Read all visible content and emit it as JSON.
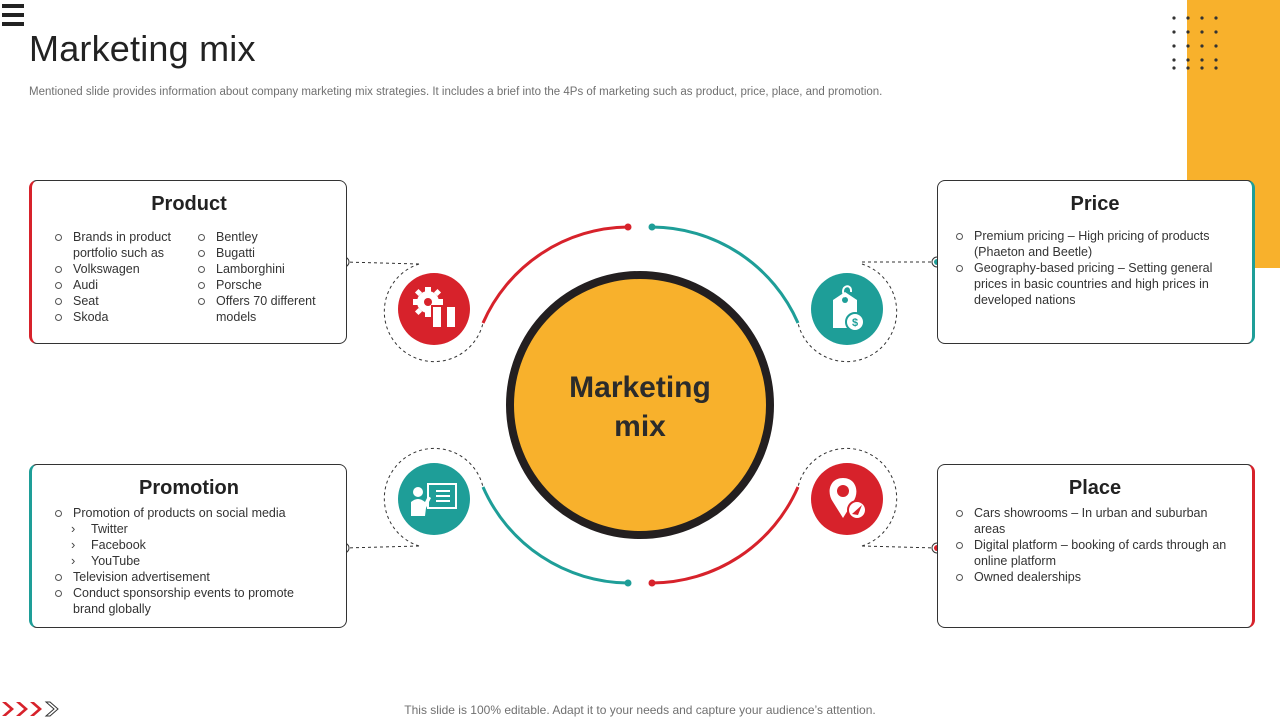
{
  "header": {
    "title": "Marketing mix",
    "subtitle": "Mentioned slide provides information about company marketing mix strategies. It includes a brief into the 4Ps of marketing such as product, price, place, and promotion."
  },
  "center": {
    "line1": "Marketing",
    "line2": "mix"
  },
  "colors": {
    "red": "#D7222B",
    "teal": "#1E9E98",
    "yellow": "#F8B12C",
    "dark": "#231F20"
  },
  "product": {
    "title": "Product",
    "col1": [
      "Brands in product portfolio such as",
      "Volkswagen",
      "Audi",
      "Seat",
      "Skoda"
    ],
    "col2": [
      "Bentley",
      "Bugatti",
      "Lamborghini",
      "Porsche",
      "Offers 70 different models"
    ],
    "icon": "gear-box-icon"
  },
  "price": {
    "title": "Price",
    "items": [
      "Premium pricing – High pricing of products (Phaeton and Beetle)",
      "Geography-based  pricing – Setting general prices in basic countries and high prices in developed  nations"
    ],
    "icon": "price-tag-icon"
  },
  "promotion": {
    "title": "Promotion",
    "items": [
      "Promotion of products on social media",
      "Twitter",
      "Facebook",
      "YouTube",
      "Television advertisement",
      "Conduct sponsorship events to promote brand globally"
    ],
    "icon": "presentation-icon"
  },
  "place": {
    "title": "Place",
    "items": [
      "Cars showrooms – In urban and suburban areas",
      "Digital platform – booking of cards through an online platform",
      "Owned dealerships"
    ],
    "icon": "location-pin-icon"
  },
  "footer": {
    "text": "This slide is 100% editable. Adapt it to your needs and capture your audience’s attention."
  }
}
